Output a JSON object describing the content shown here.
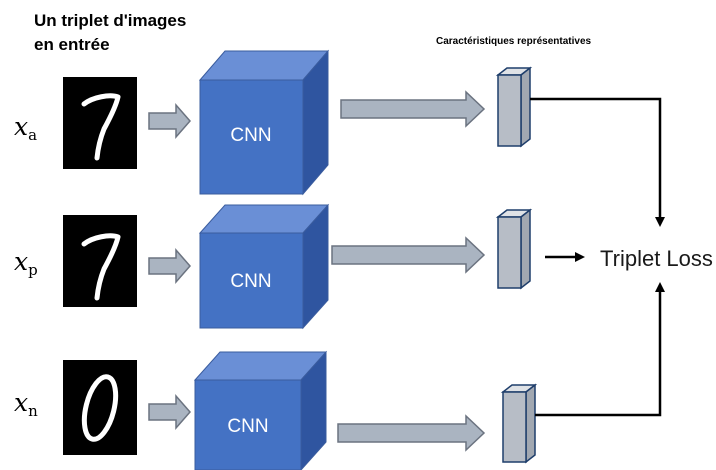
{
  "title": {
    "line1": "Un triplet d'images",
    "line2": "en entrée"
  },
  "features_label": "Caractéristiques représentatives",
  "rows": [
    {
      "var": "x",
      "sub": "a",
      "digit": "7",
      "cnn_label": "CNN"
    },
    {
      "var": "x",
      "sub": "p",
      "digit": "7",
      "cnn_label": "CNN"
    },
    {
      "var": "x",
      "sub": "n",
      "digit": "0",
      "cnn_label": "CNN"
    }
  ],
  "loss_label": "Triplet Loss",
  "colors": {
    "cnn_front": "#4472c4",
    "cnn_top": "#6a8fd6",
    "cnn_side": "#2f55a0",
    "gray_arrow": "#aab4c1",
    "feature_front": "#b7bdc6"
  }
}
